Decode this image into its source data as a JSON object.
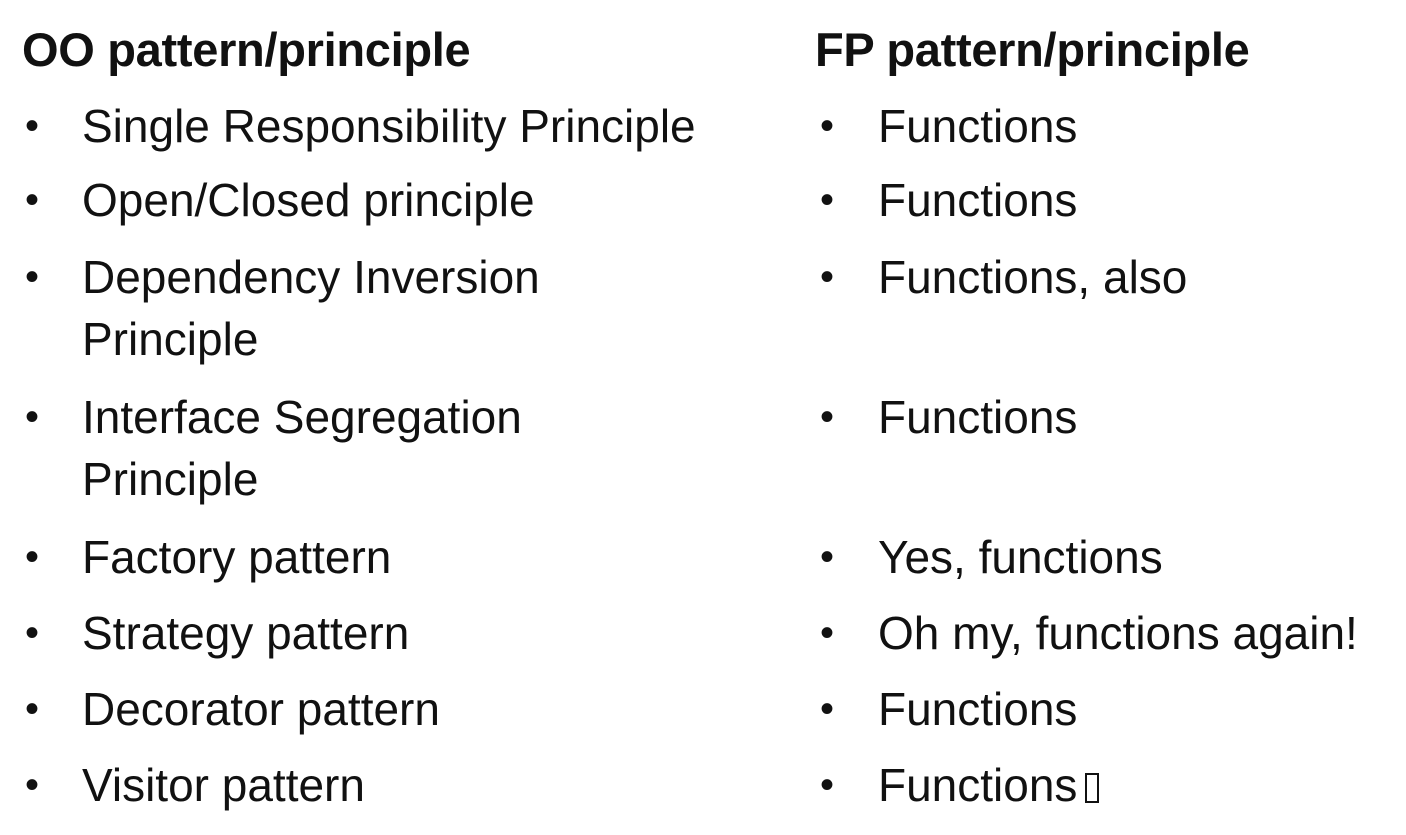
{
  "left": {
    "heading": "OO pattern/principle",
    "items": [
      {
        "lines": [
          "Single Responsibility Principle"
        ]
      },
      {
        "lines": [
          "Open/Closed principle"
        ]
      },
      {
        "lines": [
          "Dependency Inversion",
          "Principle"
        ]
      },
      {
        "lines": [
          "Interface Segregation",
          "Principle"
        ]
      },
      {
        "lines": [
          "Factory pattern"
        ]
      },
      {
        "lines": [
          "Strategy pattern"
        ]
      },
      {
        "lines": [
          "Decorator pattern"
        ]
      },
      {
        "lines": [
          "Visitor pattern"
        ]
      }
    ]
  },
  "right": {
    "heading": "FP pattern/principle",
    "items": [
      {
        "lines": [
          "Functions"
        ]
      },
      {
        "lines": [
          "Functions"
        ]
      },
      {
        "lines": [
          "Functions, also"
        ]
      },
      {
        "lines": [
          "Functions"
        ]
      },
      {
        "lines": [
          "Yes, functions"
        ]
      },
      {
        "lines": [
          "Oh my, functions again!"
        ]
      },
      {
        "lines": [
          "Functions"
        ]
      },
      {
        "lines": [
          "Functions"
        ]
      }
    ]
  },
  "bullet_char": "•",
  "colors": {
    "text": "#111111",
    "background": "#ffffff"
  }
}
